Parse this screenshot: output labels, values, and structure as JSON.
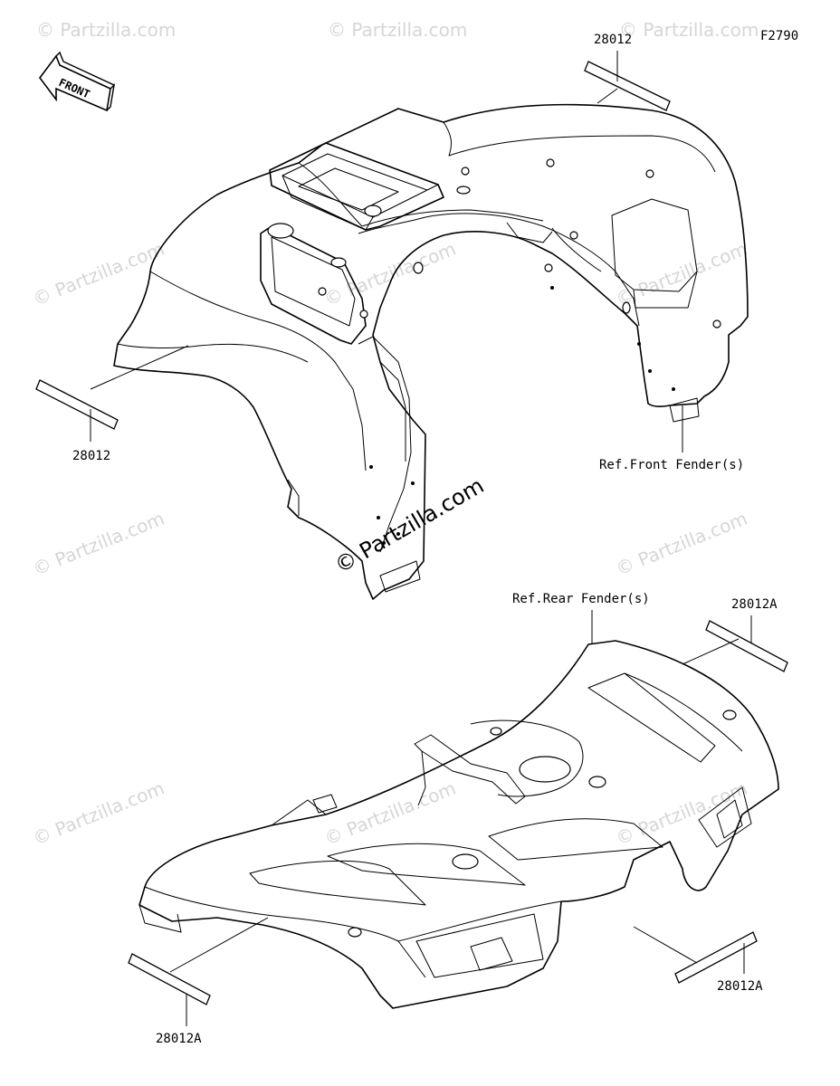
{
  "diagram_code": "F2790",
  "front_arrow_label": "FRONT",
  "front_fender": {
    "ref_label": "Ref.Front Fender(s)",
    "part_top": "28012",
    "part_left": "28012"
  },
  "rear_fender": {
    "ref_label": "Ref.Rear Fender(s)",
    "part_top_right": "28012A",
    "part_bottom_right": "28012A",
    "part_bottom_left": "28012A"
  },
  "watermarks": {
    "light": "© Partzilla.com",
    "center": "© Partzilla.com"
  }
}
